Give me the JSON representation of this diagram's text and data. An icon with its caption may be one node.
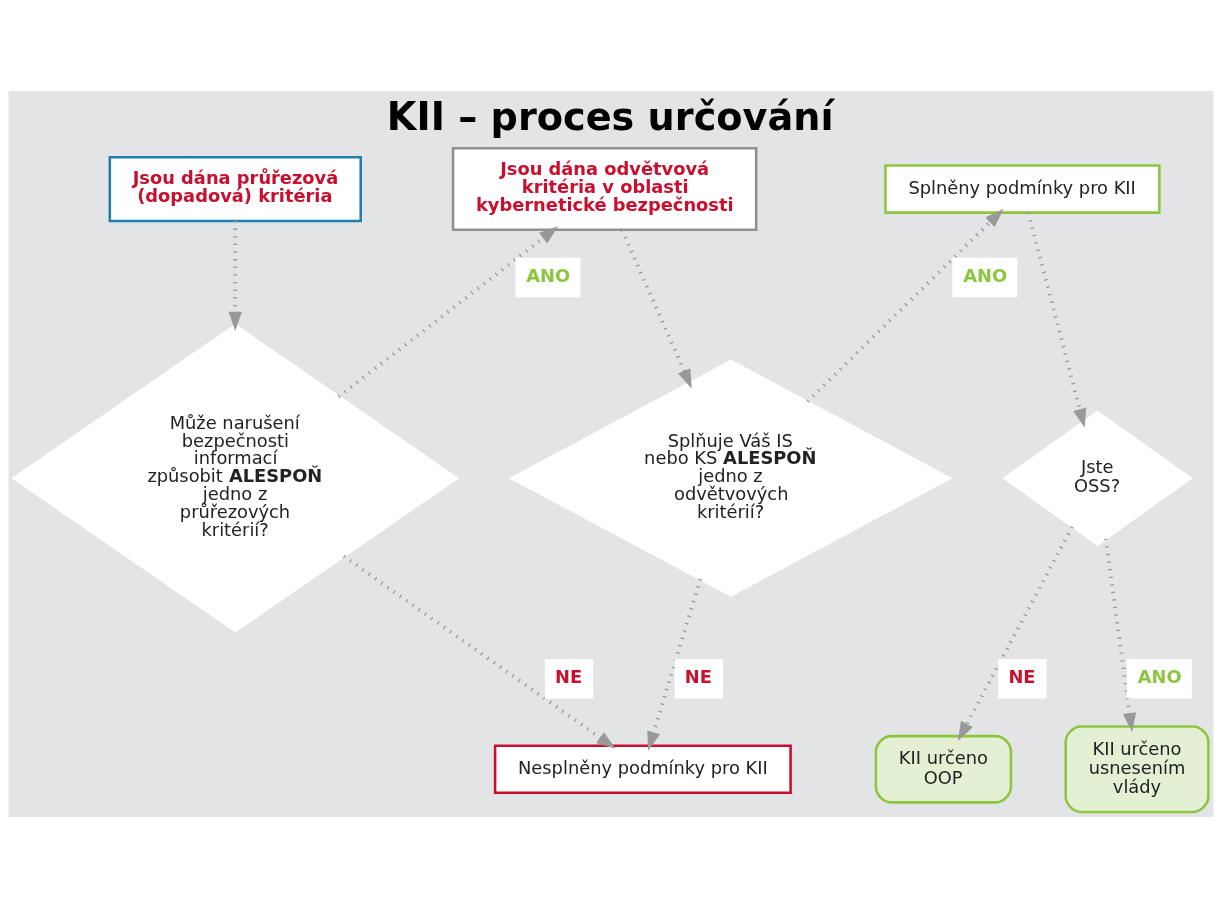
{
  "diagram": {
    "title": "KII – proces určování",
    "nodes": [
      {
        "text": [
          "Jsou dána průřezová (dopadová) kritéria"
        ]
      },
      {
        "text": [
          "Jsou dána odvětvová kritéria v oblasti kybernetické bezpečnosti"
        ]
      },
      {
        "text": [
          "Splněny podmínky pro KII"
        ]
      },
      {
        "text": [
          "Může narušení bezpečnosti informací způsobit **ALESPOŇ** jedno z průřezových kritérií?"
        ]
      },
      {
        "text": [
          "Splňuje Váš IS nebo KS **ALESPOŇ** jedno z odvětvových kritérií?"
        ]
      },
      {
        "text": [
          "Jste OSS?"
        ]
      },
      {
        "text": [
          "Nesplněny podmínky pro KII"
        ]
      },
      {
        "text": [
          "KII určeno OOP"
        ]
      },
      {
        "text": [
          "KII určeno usnesením vlády"
        ]
      }
    ],
    "edges": [
      {
        "from": 0,
        "to": 3,
        "arrow": "to"
      },
      {
        "from": 3,
        "to": 1,
        "arrow": "to",
        "label": "ANO"
      },
      {
        "from": 3,
        "to": 6,
        "arrow": "to",
        "label": "NE"
      },
      {
        "from": 1,
        "to": 4,
        "arrow": "to"
      },
      {
        "from": 4,
        "to": 2,
        "arrow": "to",
        "label": "ANO"
      },
      {
        "from": 4,
        "to": 6,
        "arrow": "to",
        "label": "NE"
      },
      {
        "from": 2,
        "to": 5,
        "arrow": "to"
      },
      {
        "from": 5,
        "to": 7,
        "arrow": "to",
        "label": "NE"
      },
      {
        "from": 5,
        "to": 8,
        "arrow": "to",
        "label": "ANO"
      }
    ]
  }
}
